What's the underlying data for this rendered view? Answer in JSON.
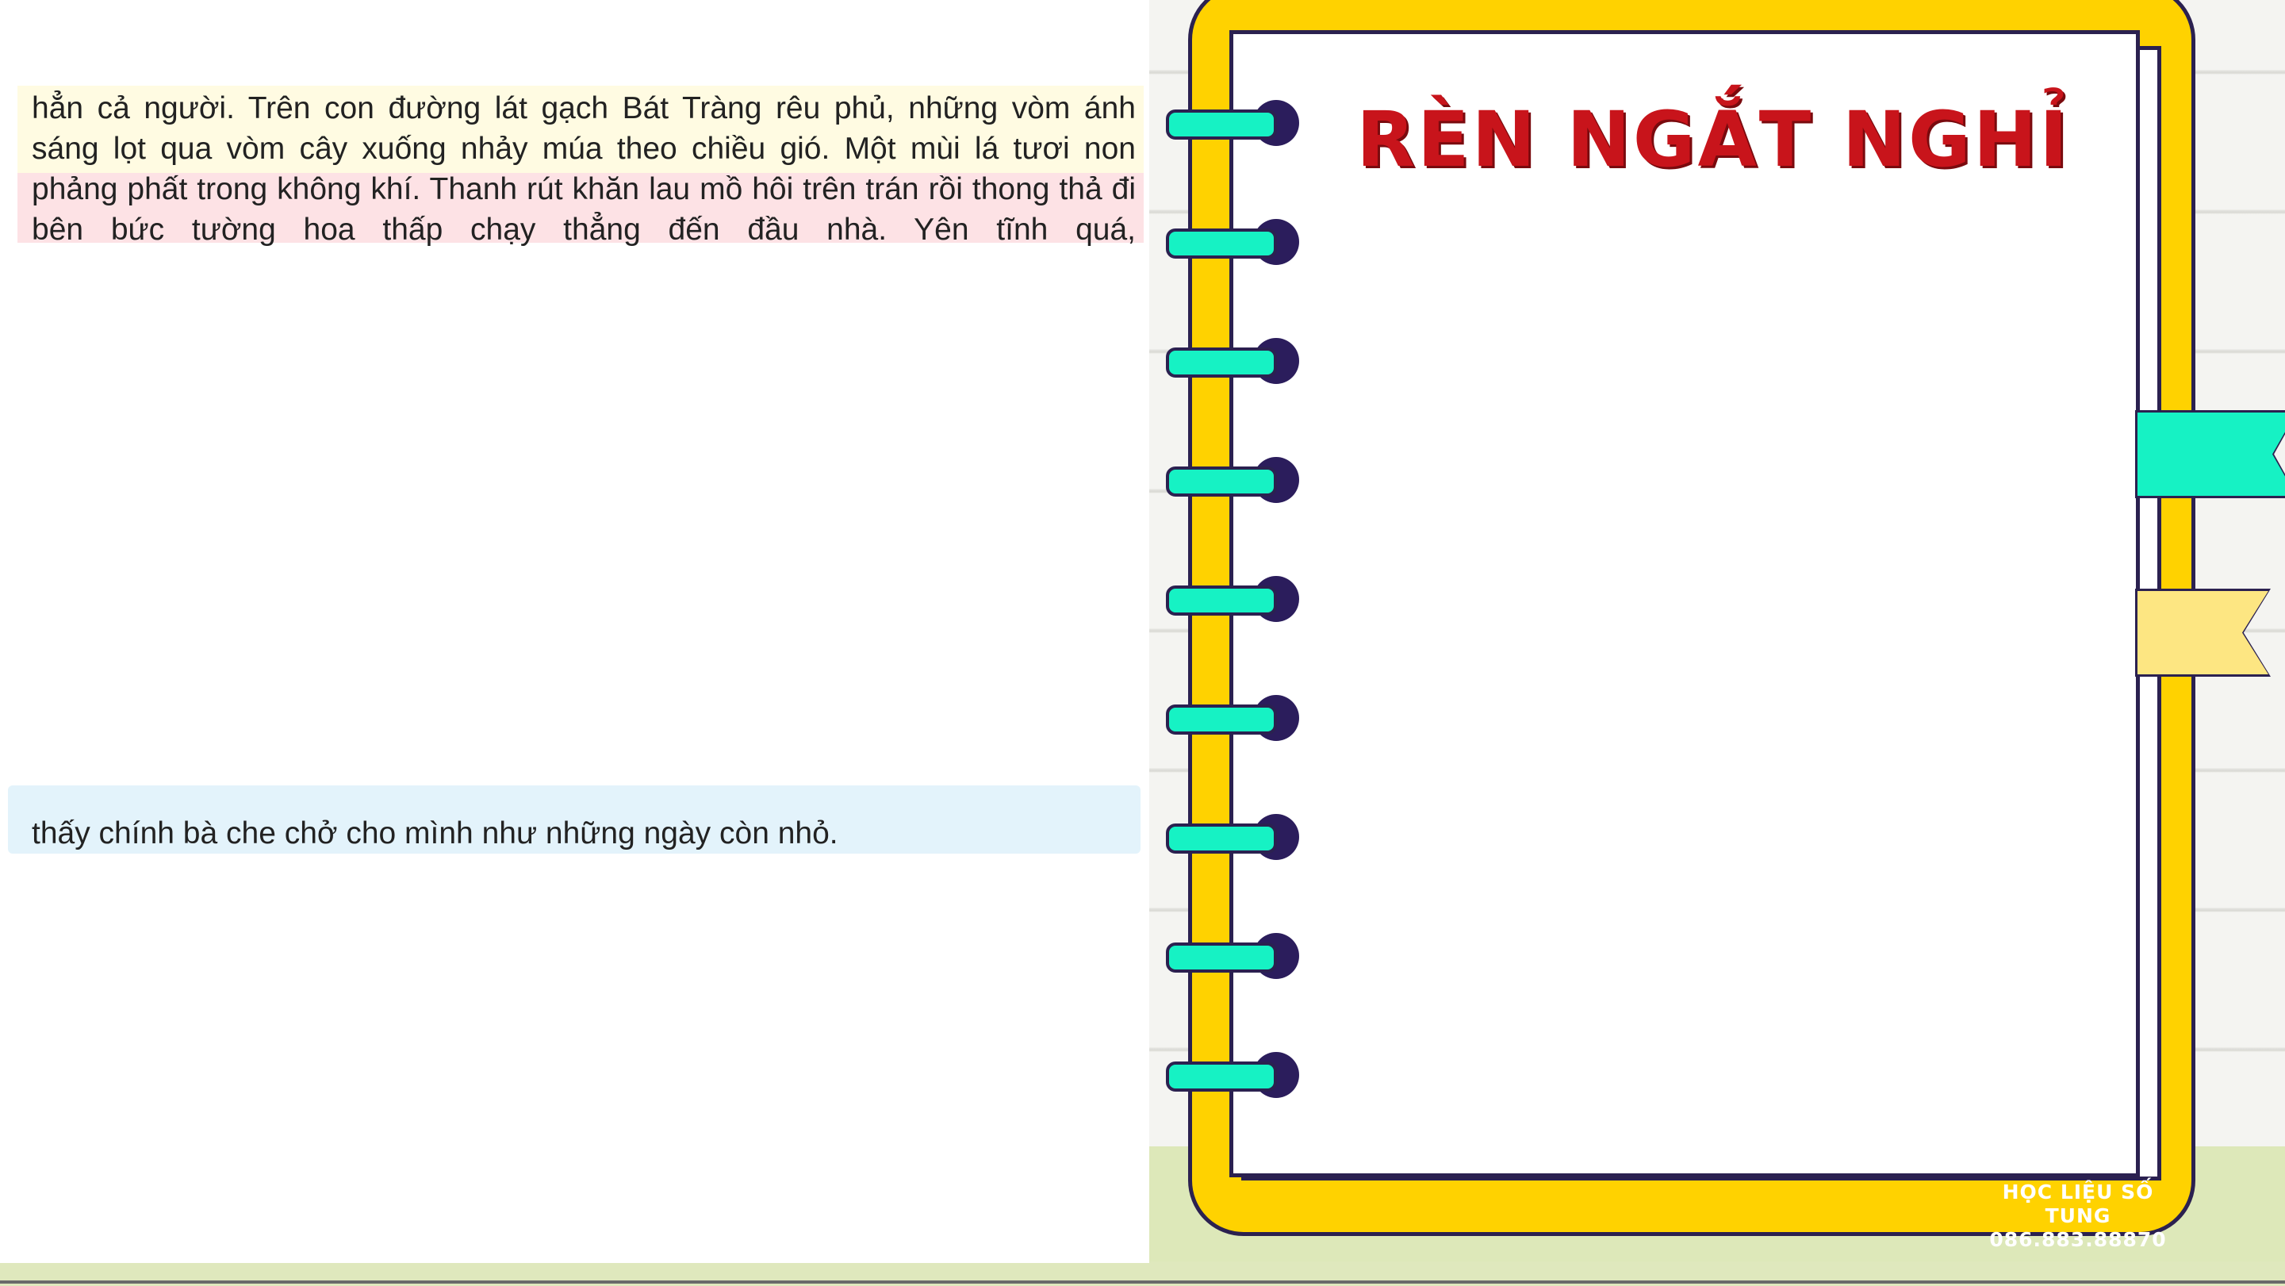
{
  "slide": {
    "passage_lines": "hẳn cả người. Trên con đường lát gạch Bát Tràng rêu phủ, những vòm ánh sáng lọt qua vòm cây xuống nhảy múa theo chiều gió. Một mùi lá tươi non phảng phất trong không khí. Thanh rút khăn lau mồ hôi trên trán rồi thong thả đi bên bức tường hoa thấp chạy thẳng đến đầu nhà. Yên tĩnh quá,",
    "passage_end": "thấy chính bà che chở cho mình như những ngày còn nhỏ."
  },
  "notebook": {
    "title": "RÈN NGẮT NGHỈ",
    "watermark_line1": "HỌC LIỆU SỐ TUNG",
    "watermark_line2": "086.883.88870"
  },
  "colors": {
    "notebook_frame": "#ffd200",
    "ring_bar": "#16f2c4",
    "ring_hole": "#2b1d5c",
    "title": "#c8141b",
    "band_yellow": "#fffbe2",
    "band_pink": "#fde2e5",
    "band_blue": "#e3f3fb"
  },
  "icons": [
    "spiral-ring-icon",
    "bookmark-tab-icon"
  ]
}
